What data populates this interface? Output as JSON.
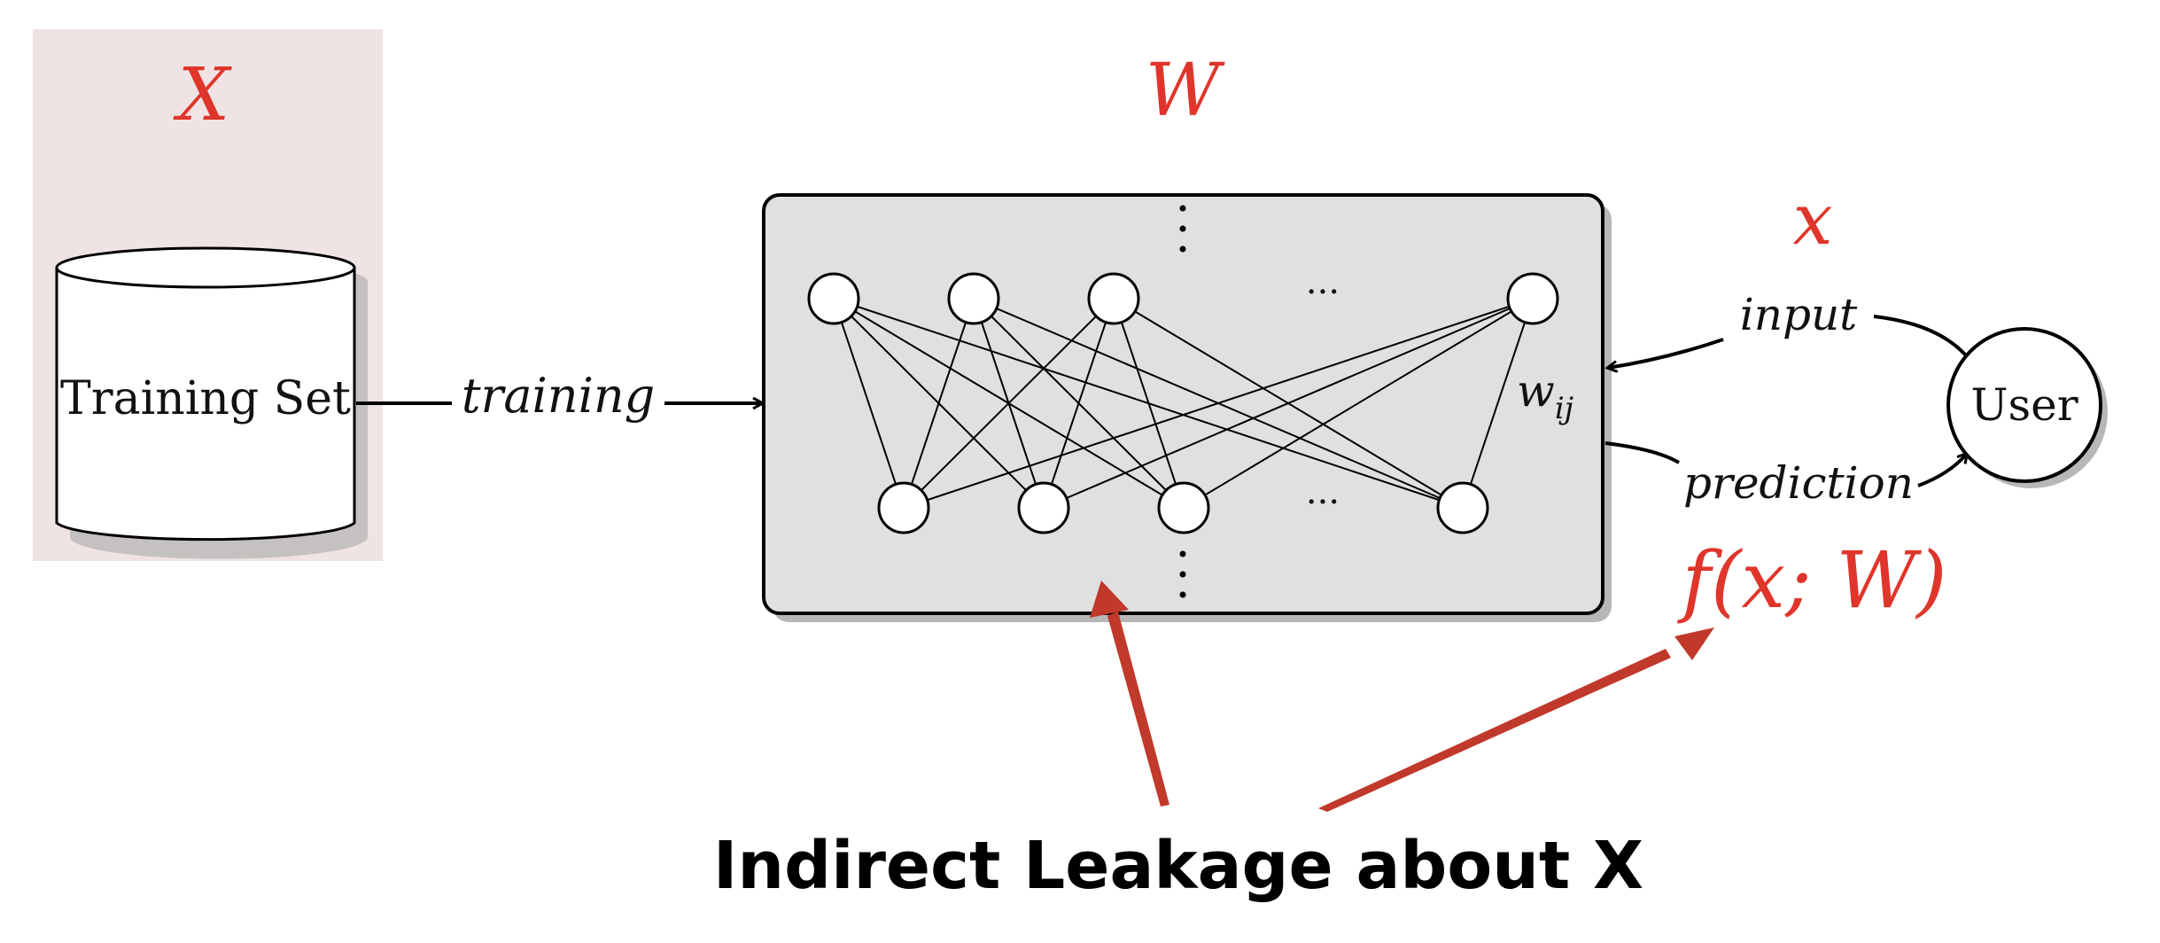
{
  "training_data": {
    "symbol": "X",
    "store_label": "Training Set"
  },
  "model": {
    "symbol": "W",
    "edge_weight_label": "w_ij",
    "ellipsis": "···"
  },
  "flows": {
    "training_label": "training",
    "input_label": "input",
    "prediction_label": "prediction"
  },
  "user": {
    "input_symbol": "x",
    "label": "User",
    "output_expression": "f(x; W)"
  },
  "caption": "Indirect Leakage about X",
  "colors": {
    "accent_red": "#e0352b",
    "leak_arrow": "#c0392b",
    "panel_fill": "#e0e0e0",
    "data_panel": "#f0e3e3"
  }
}
